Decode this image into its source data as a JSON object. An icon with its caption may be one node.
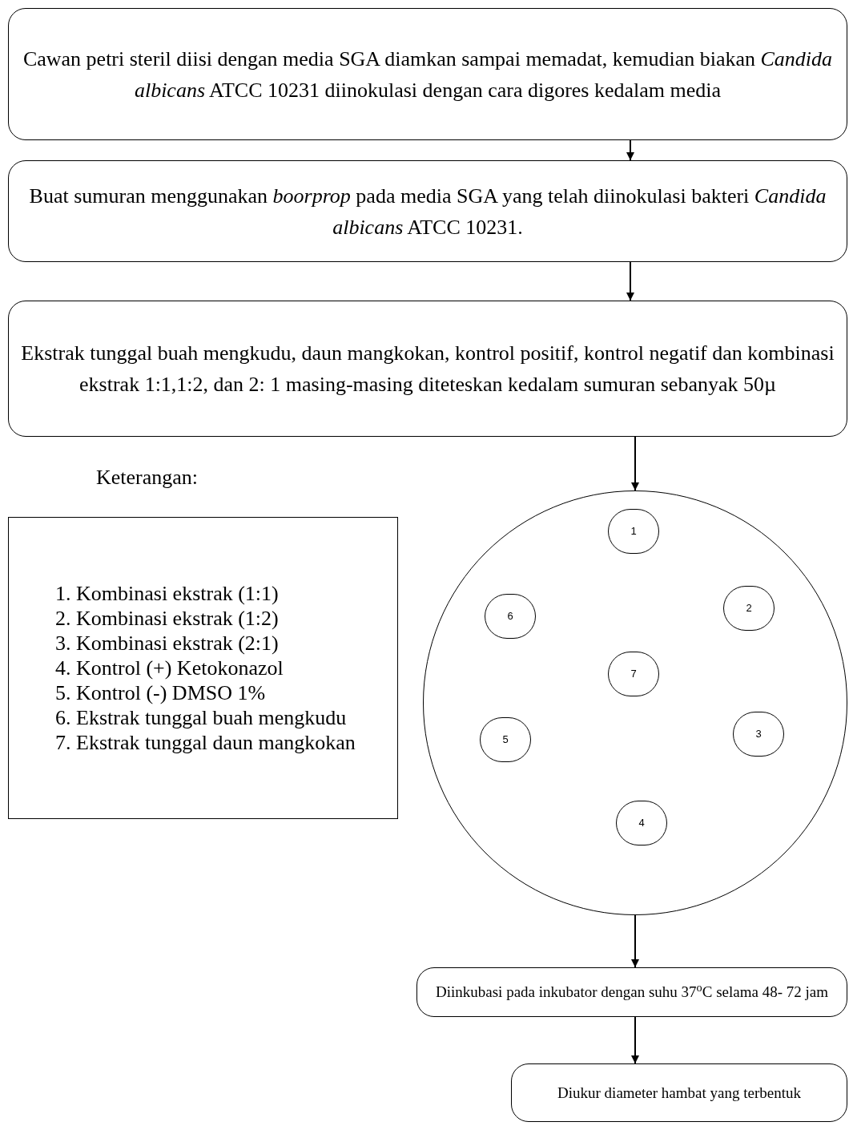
{
  "diagram": {
    "nodes": [
      {
        "text": [
          "Cawan petri steril diisi dengan media SGA diamkan sampai memadat, kemudian biakan *Candida albicans* ATCC 10231 diinokulasi dengan cara digores kedalam media"
        ]
      },
      {
        "text": [
          "Buat sumuran menggunakan *boorprop* pada media SGA yang telah diinokulasi bakteri *Candida albicans* ATCC 10231."
        ]
      },
      {
        "text": [
          "Ekstrak tunggal buah mengkudu, daun mangkokan, kontrol positif, kontrol negatif dan kombinasi ekstrak 1:1,1:2, dan 2: 1 masing-masing diteteskan kedalam sumuran sebanyak 50µ"
        ]
      },
      {
        "text": [
          "1. Kombinasi ekstrak (1:1)",
          "2. Kombinasi ekstrak (1:2)",
          "3. Kombinasi ekstrak (2:1)",
          "4. Kontrol (+) Ketokonazol",
          "5. Kontrol (-) DMSO 1%",
          "6. Ekstrak tunggal buah mengkudu",
          "7. Ekstrak tunggal daun mangkokan"
        ]
      },
      {
        "text": [],
        "shape": "circle"
      },
      {
        "text": [
          "1"
        ],
        "in": 4
      },
      {
        "text": [
          "6"
        ],
        "in": 4
      },
      {
        "text": [
          "2"
        ],
        "in": 4
      },
      {
        "text": [
          "7"
        ],
        "in": 4
      },
      {
        "text": [
          "5"
        ],
        "in": 4
      },
      {
        "text": [
          "3"
        ],
        "in": 4
      },
      {
        "text": [
          "4"
        ],
        "in": 4
      },
      {
        "text": [
          "Diinkubasi pada inkubator dengan suhu 37$^{o}$C selama 48- 72 jam"
        ]
      },
      {
        "text": [
          "Diukur diameter hambat yang terbentuk"
        ]
      }
    ],
    "edges": [
      {
        "from": 0,
        "to": 1,
        "arrow": "to"
      },
      {
        "from": 1,
        "to": 2,
        "arrow": "to"
      },
      {
        "from": 2,
        "to": 4,
        "arrow": "to"
      },
      {
        "from": 4,
        "to": 12,
        "arrow": "to"
      },
      {
        "from": 12,
        "to": 13,
        "arrow": "to"
      }
    ],
    "labels": [
      "Keterangan:"
    ]
  }
}
